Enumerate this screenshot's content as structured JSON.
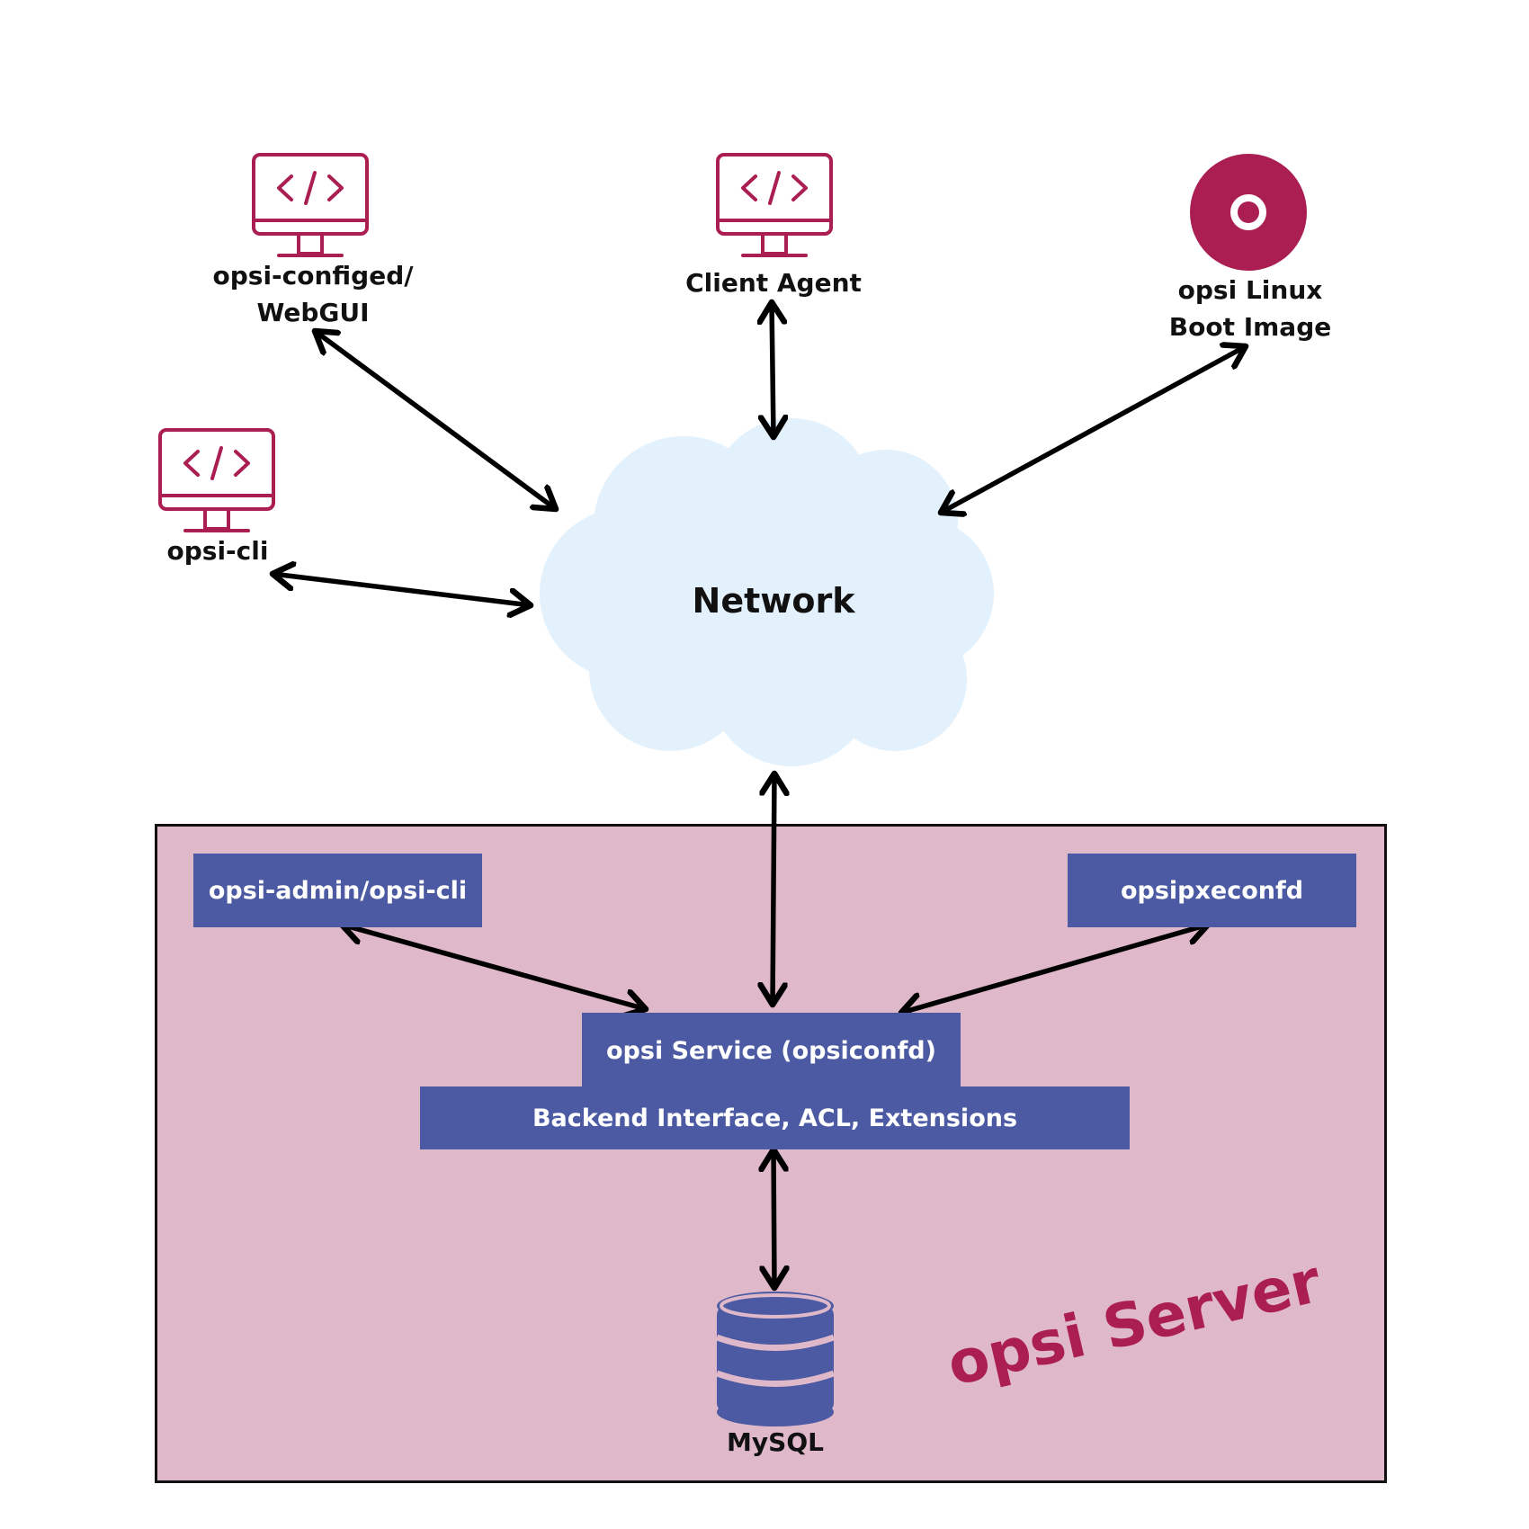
{
  "nodes": {
    "webgui": "opsi-configed/\nWebGUI",
    "webgui_line1": "opsi-configed/",
    "webgui_line2": "WebGUI",
    "client_agent": "Client Agent",
    "boot_line1": "opsi Linux",
    "boot_line2": "Boot Image",
    "cli": "opsi-cli",
    "network": "Network"
  },
  "server": {
    "title": "opsi Server",
    "admin": "opsi-admin/opsi-cli",
    "pxe": "opsipxeconfd",
    "service": "opsi Service (opsiconfd)",
    "backend": "Backend Interface, ACL, Extensions",
    "db": "MySQL"
  },
  "colors": {
    "accent": "#ab1e52",
    "server_bg": "#dfb8c9",
    "box_blue": "#4b5aa2",
    "cloud": "#e3f1fc"
  },
  "icons": [
    "code-monitor-icon",
    "disc-icon",
    "cloud-icon",
    "database-icon"
  ]
}
